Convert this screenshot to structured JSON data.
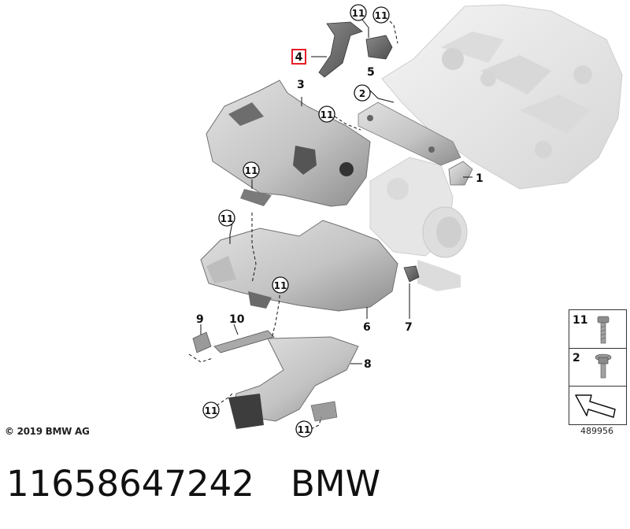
{
  "callouts": {
    "n1": "1",
    "n2": "2",
    "n3": "3",
    "n4": "4",
    "n5": "5",
    "n6": "6",
    "n7": "7",
    "n8": "8",
    "n9": "9",
    "n10": "10",
    "n11": "11"
  },
  "legend": {
    "item_a": "11",
    "item_b": "2",
    "reference": "489956"
  },
  "copyright": "© 2019 BMW AG",
  "caption": {
    "part_number": "11658647242",
    "brand": "BMW"
  },
  "colors": {
    "part_fill": "#c9c9c9",
    "part_shadow": "#9a9a9a",
    "engine_fill": "#ebebeb",
    "highlight": "#e30613",
    "line": "#111111"
  }
}
